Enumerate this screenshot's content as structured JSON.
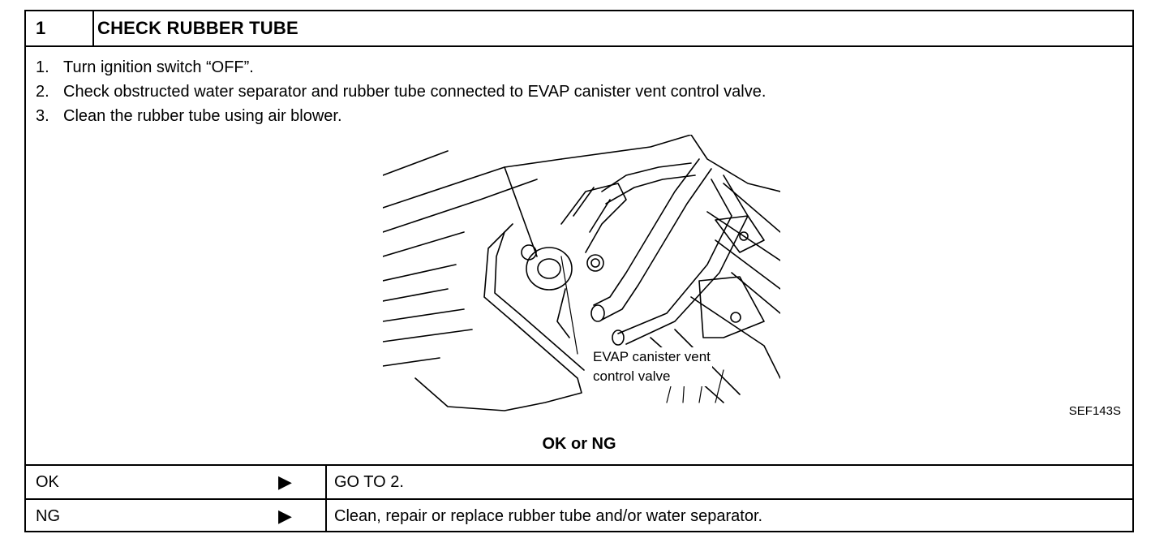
{
  "header": {
    "step_number": "1",
    "title": "CHECK RUBBER TUBE"
  },
  "steps": [
    {
      "num": "1.",
      "text": "Turn ignition switch “OFF”."
    },
    {
      "num": "2.",
      "text": "Check obstructed water separator and rubber tube connected to EVAP canister vent control valve."
    },
    {
      "num": "3.",
      "text": "Clean the rubber tube using air blower."
    }
  ],
  "figure": {
    "label_line1": "EVAP canister vent",
    "label_line2": "control valve",
    "code": "SEF143S"
  },
  "result_prompt": "OK or NG",
  "outcomes": [
    {
      "result": "OK",
      "arrow": "▶",
      "action": "GO TO 2."
    },
    {
      "result": "NG",
      "arrow": "▶",
      "action": "Clean, repair or replace rubber tube and/or water separator."
    }
  ]
}
